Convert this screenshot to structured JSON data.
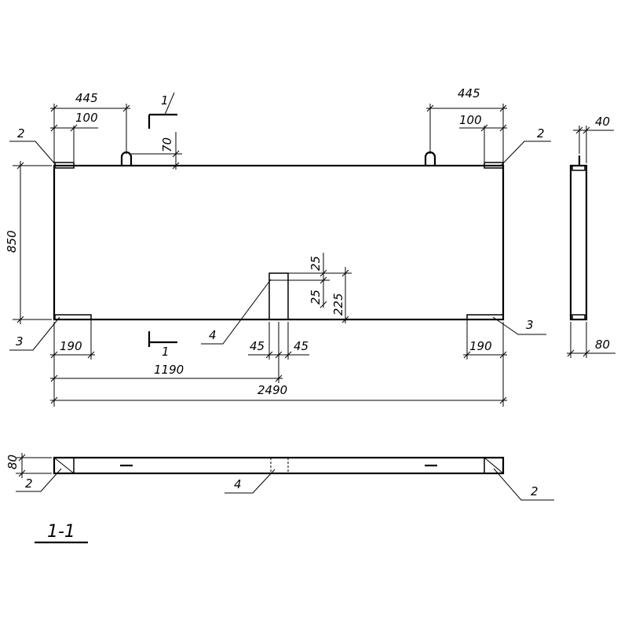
{
  "plan": {
    "dim_width_left": "445",
    "dim_width_right": "445",
    "dim_loop_left": "100",
    "dim_loop_right": "100",
    "dim_height_left": "850",
    "dim_loop_height": "70",
    "dim_bottom_left": "190",
    "dim_bottom_right": "190",
    "dim_center_left": "45",
    "dim_center_right": "45",
    "dim_half": "1190",
    "dim_total": "2490",
    "dim_top_25": "25",
    "dim_mid_25": "25",
    "dim_225": "225",
    "mark_2_left": "2",
    "mark_2_right": "2",
    "mark_3_left": "3",
    "mark_3_right": "3",
    "mark_4": "4",
    "section_top": "1",
    "section_bottom": "1"
  },
  "side": {
    "dim_top": "40",
    "dim_bottom": "80"
  },
  "section": {
    "dim_height": "80",
    "mark_2_left": "2",
    "mark_2_right": "2",
    "mark_4": "4",
    "title": "1-1"
  }
}
